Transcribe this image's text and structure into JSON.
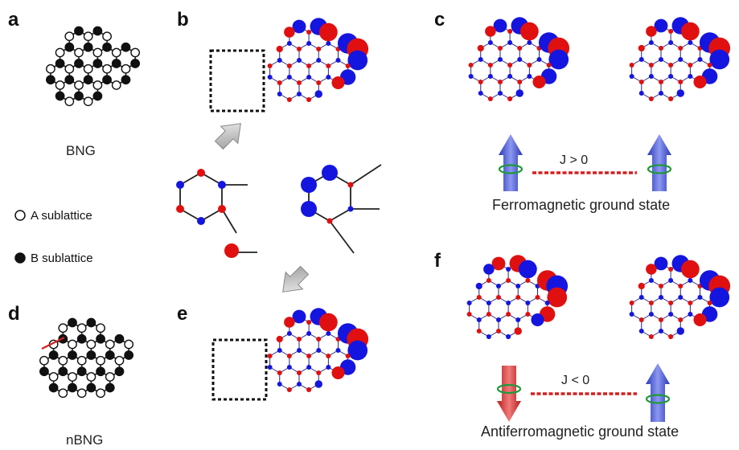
{
  "panels": {
    "a": "a",
    "b": "b",
    "c": "c",
    "d": "d",
    "e": "e",
    "f": "f"
  },
  "captions": {
    "bng": "BNG",
    "nbng": "nBNG"
  },
  "legend": {
    "a_sublattice": "A sublattice",
    "b_sublattice": "B sublattice"
  },
  "coupling": {
    "ferro_j": "J > 0",
    "antiferro_j": "J < 0",
    "ferro_state": "Ferromagnetic ground state",
    "antiferro_state": "Antiferromagnetic ground state"
  },
  "colors": {
    "spin_up": "#1515e0",
    "spin_down": "#e01010",
    "bond": "#222222",
    "link": "#d42020",
    "ring": "#1f9a3a",
    "arrow_up": "#5566dd",
    "arrow_down": "#dd3333"
  }
}
